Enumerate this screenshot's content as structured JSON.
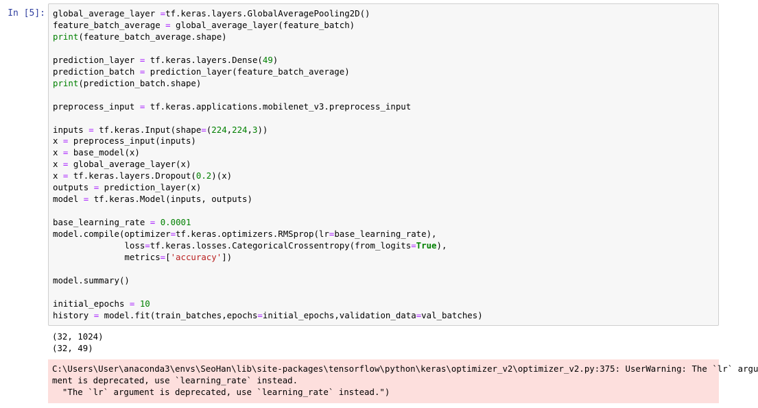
{
  "cell": {
    "prompt": "In [5]:",
    "code_lines": [
      "global_average_layer =tf.keras.layers.GlobalAveragePooling2D()",
      "feature_batch_average = global_average_layer(feature_batch)",
      "print(feature_batch_average.shape)",
      "",
      "prediction_layer = tf.keras.layers.Dense(49)",
      "prediction_batch = prediction_layer(feature_batch_average)",
      "print(prediction_batch.shape)",
      "",
      "preprocess_input = tf.keras.applications.mobilenet_v3.preprocess_input",
      "",
      "inputs = tf.keras.Input(shape=(224,224,3))",
      "x = preprocess_input(inputs)",
      "x = base_model(x)",
      "x = global_average_layer(x)",
      "x = tf.keras.layers.Dropout(0.2)(x)",
      "outputs = prediction_layer(x)",
      "model = tf.keras.Model(inputs, outputs)",
      "",
      "base_learning_rate = 0.0001",
      "model.compile(optimizer=tf.keras.optimizers.RMSprop(lr=base_learning_rate),",
      "              loss=tf.keras.losses.CategoricalCrossentropy(from_logits=True),",
      "              metrics=['accuracy'])",
      "",
      "model.summary()",
      "",
      "initial_epochs = 10",
      "history = model.fit(train_batches,epochs=initial_epochs,validation_data=val_batches)"
    ],
    "stdout_lines": [
      "(32, 1024)",
      "(32, 49)"
    ],
    "stderr_lines": [
      "C:\\Users\\User\\anaconda3\\envs\\SeoHan\\lib\\site-packages\\tensorflow\\python\\keras\\optimizer_v2\\optimizer_v2.py:375: UserWarning: The `lr` argu",
      "ment is deprecated, use `learning_rate` instead.",
      "  \"The `lr` argument is deprecated, use `learning_rate` instead.\")"
    ]
  },
  "colors": {
    "prompt": "#303f9f",
    "input_background": "#f7f7f7",
    "input_border": "#cfcfcf",
    "stderr_background": "#fddfdd",
    "keyword": "#008000",
    "operator": "#aa22ff",
    "string": "#ba2121"
  }
}
